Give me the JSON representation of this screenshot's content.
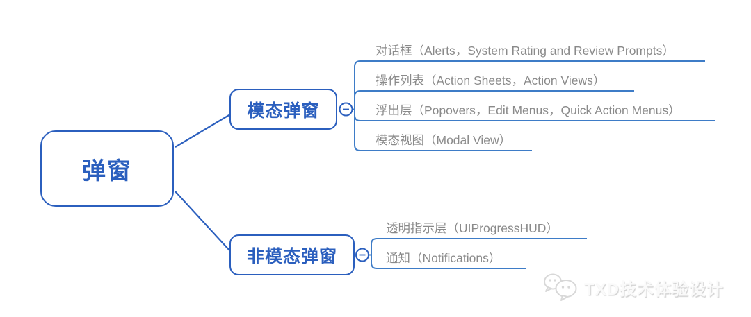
{
  "colors": {
    "accent": "#2b5fbe",
    "underline": "#3e7cc7",
    "leaf_text": "#8a8a8a",
    "watermark": "#d8d8d8"
  },
  "root": {
    "label": "弹窗"
  },
  "branches": [
    {
      "label": "模态弹窗",
      "collapse_icon": "minus-icon",
      "children": [
        {
          "label": "对话框（Alerts，System Rating and Review Prompts）"
        },
        {
          "label": "操作列表（Action Sheets，Action Views）"
        },
        {
          "label": "浮出层（Popovers，Edit Menus，Quick Action Menus）"
        },
        {
          "label": "模态视图（Modal View）"
        }
      ]
    },
    {
      "label": "非模态弹窗",
      "collapse_icon": "minus-icon",
      "children": [
        {
          "label": "透明指示层（UIProgressHUD）"
        },
        {
          "label": "通知（Notifications）"
        }
      ]
    }
  ],
  "watermark": {
    "label": "TXD技术体验设计",
    "icon": "chat-bubbles-icon"
  }
}
